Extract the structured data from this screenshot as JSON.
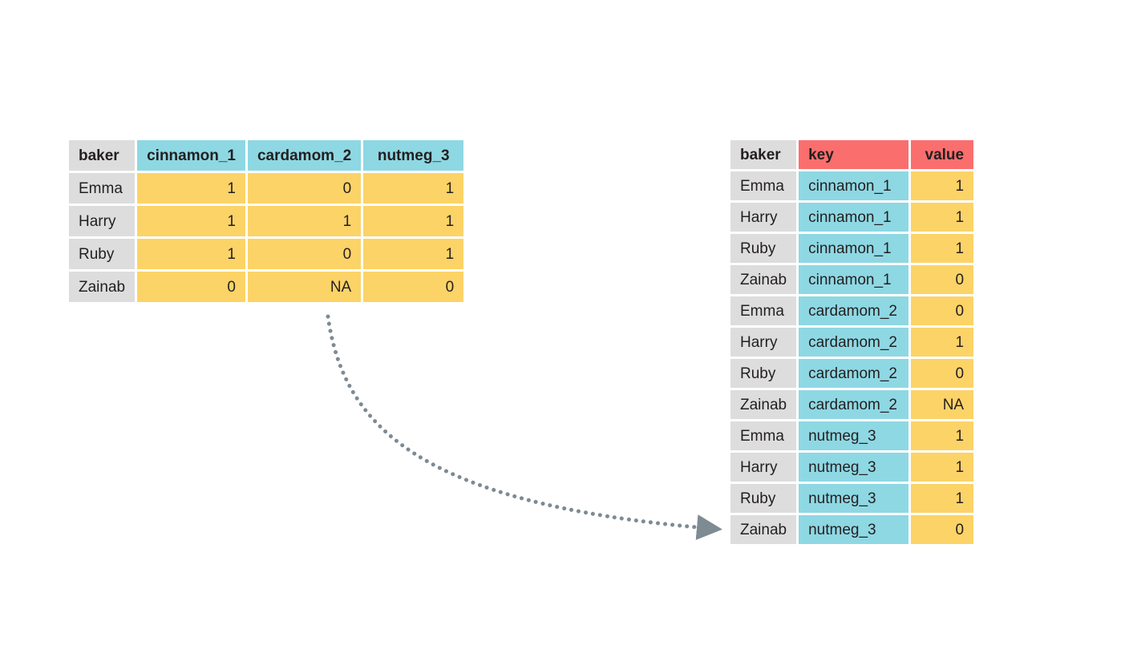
{
  "diagram": {
    "arrow": {
      "label": "",
      "style": "dotted-curved-arrow",
      "color": "#7d8b93"
    },
    "colors": {
      "id_column": "#dddddd",
      "key_header": "#fa6e6e",
      "key_cell": "#8ed8e3",
      "value_cell": "#fcd367",
      "spice_header": "#8ed8e3",
      "text": "#231f20",
      "background": "#ffffff"
    }
  },
  "wide_table": {
    "name": "wide-format-table",
    "headers": [
      "baker",
      "cinnamon_1",
      "cardamom_2",
      "nutmeg_3"
    ],
    "rows": [
      [
        "Emma",
        "1",
        "0",
        "1"
      ],
      [
        "Harry",
        "1",
        "1",
        "1"
      ],
      [
        "Ruby",
        "1",
        "0",
        "1"
      ],
      [
        "Zainab",
        "0",
        "NA",
        "0"
      ]
    ]
  },
  "long_table": {
    "name": "long-format-table",
    "headers": [
      "baker",
      "key",
      "value"
    ],
    "rows": [
      [
        "Emma",
        "cinnamon_1",
        "1"
      ],
      [
        "Harry",
        "cinnamon_1",
        "1"
      ],
      [
        "Ruby",
        "cinnamon_1",
        "1"
      ],
      [
        "Zainab",
        "cinnamon_1",
        "0"
      ],
      [
        "Emma",
        "cardamom_2",
        "0"
      ],
      [
        "Harry",
        "cardamom_2",
        "1"
      ],
      [
        "Ruby",
        "cardamom_2",
        "0"
      ],
      [
        "Zainab",
        "cardamom_2",
        "NA"
      ],
      [
        "Emma",
        "nutmeg_3",
        "1"
      ],
      [
        "Harry",
        "nutmeg_3",
        "1"
      ],
      [
        "Ruby",
        "nutmeg_3",
        "1"
      ],
      [
        "Zainab",
        "nutmeg_3",
        "0"
      ]
    ]
  }
}
